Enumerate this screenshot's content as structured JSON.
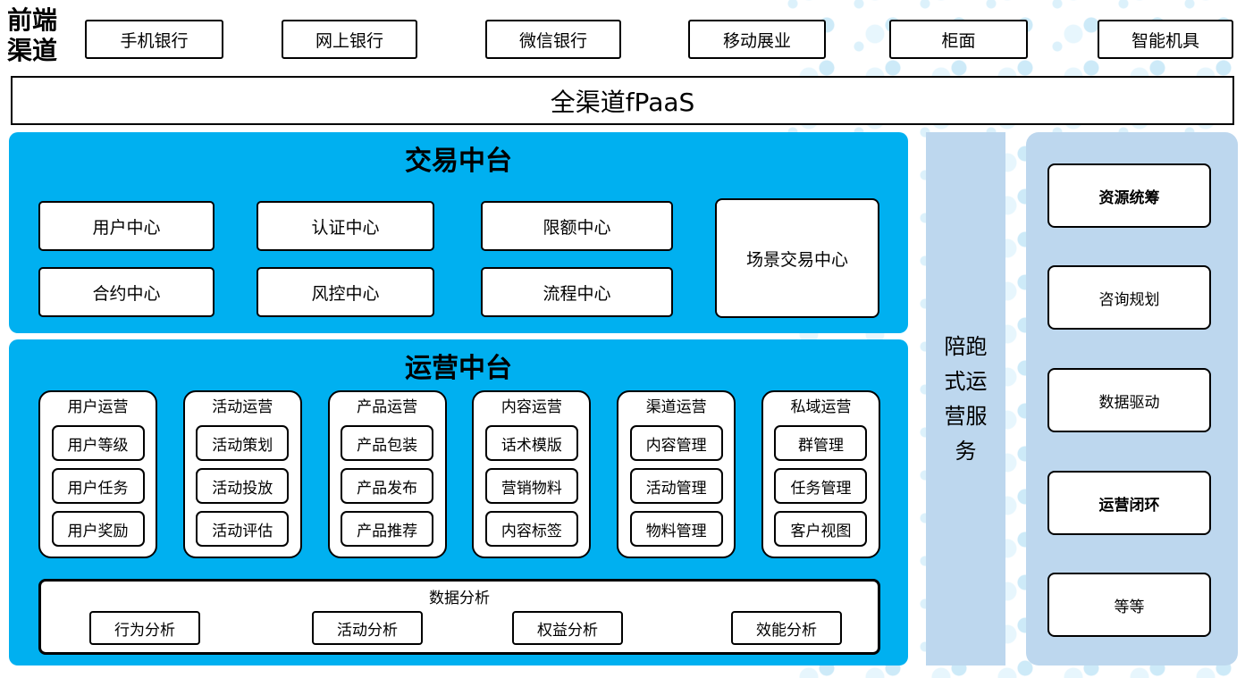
{
  "front_channels": {
    "label": "前端渠道",
    "items": [
      "手机银行",
      "网上银行",
      "微信银行",
      "移动展业",
      "柜面",
      "智能机具"
    ]
  },
  "fpaas": {
    "label": "全渠道fPaaS"
  },
  "trading": {
    "title": "交易中台",
    "row1": [
      "用户中心",
      "认证中心",
      "限额中心"
    ],
    "row2": [
      "合约中心",
      "风控中心",
      "流程中心"
    ],
    "tall": "场景交易中心"
  },
  "operations": {
    "title": "运营中台",
    "columns": [
      {
        "title": "用户运营",
        "items": [
          "用户等级",
          "用户任务",
          "用户奖励"
        ]
      },
      {
        "title": "活动运营",
        "items": [
          "活动策划",
          "活动投放",
          "活动评估"
        ]
      },
      {
        "title": "产品运营",
        "items": [
          "产品包装",
          "产品发布",
          "产品推荐"
        ]
      },
      {
        "title": "内容运营",
        "items": [
          "话术模版",
          "营销物料",
          "内容标签"
        ]
      },
      {
        "title": "渠道运营",
        "items": [
          "内容管理",
          "活动管理",
          "物料管理"
        ]
      },
      {
        "title": "私域运营",
        "items": [
          "群管理",
          "任务管理",
          "客户视图"
        ]
      }
    ],
    "analysis": {
      "title": "数据分析",
      "items": [
        "行为分析",
        "活动分析",
        "权益分析",
        "效能分析"
      ]
    }
  },
  "side_service": {
    "label": "陪跑式运营服务"
  },
  "right_panel": {
    "items": [
      "资源统筹",
      "咨询规划",
      "数据驱动",
      "运营闭环",
      "等等"
    ]
  },
  "colors": {
    "cyan": "#00B0F0",
    "panel_blue": "#BDD7EE",
    "dot_blue": "#CDEAF8"
  }
}
